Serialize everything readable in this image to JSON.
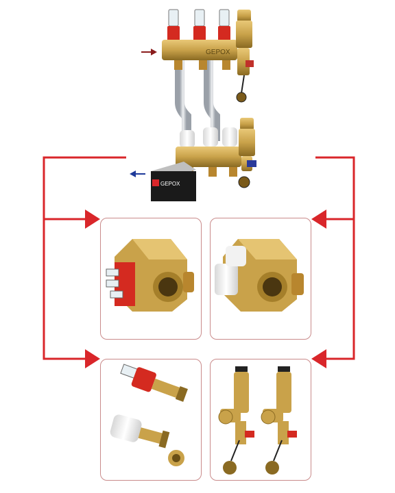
{
  "brand": {
    "logo_text": "GEPOX",
    "box_logo_text": "GEPOX"
  },
  "colors": {
    "connector_red": "#d9262a",
    "brass": "#c9a24a",
    "brass_dark": "#8a6a22",
    "steel": "#c8ccd2",
    "flowmeter_red": "#d42a20",
    "valve_white": "#f2f2f2",
    "outflow_blue": "#1e3a9a"
  },
  "panels": [
    {
      "id": "top-left",
      "subject": "manifold-with-flowmeters"
    },
    {
      "id": "top-right",
      "subject": "manifold-with-valve-inserts"
    },
    {
      "id": "bottom-left",
      "subject": "flowmeter-and-valve-insert-parts"
    },
    {
      "id": "bottom-right",
      "subject": "air-vent-and-drain-valves"
    }
  ]
}
